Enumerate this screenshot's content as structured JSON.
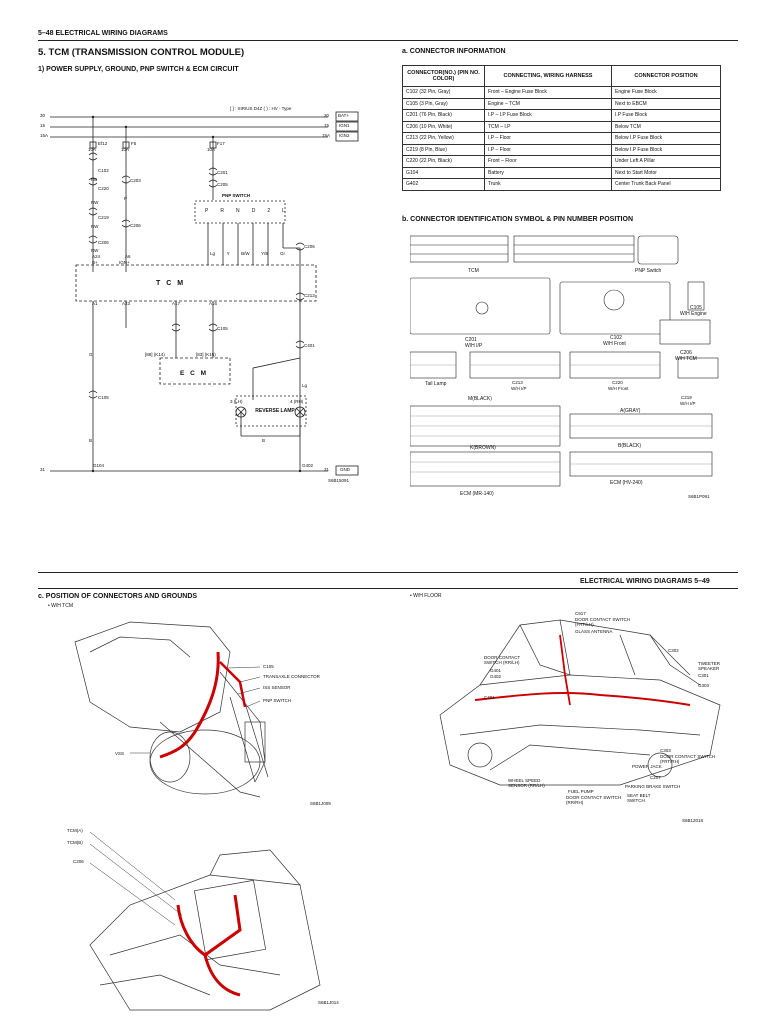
{
  "page_header": {
    "top_left": "5–48   ELECTRICAL WIRING DIAGRAMS",
    "mid_right": "ELECTRICAL WIRING DIAGRAMS   5–49"
  },
  "section": {
    "title": "5. TCM (TRANSMISSION CONTROL MODULE)",
    "subtitle": "1) POWER SUPPLY, GROUND, PNP SWITCH & ECM CIRCUIT"
  },
  "schematic": {
    "legend": "[ ] : SIRIUS D4Z ( ) : HV - Type",
    "rails": [
      {
        "num": "30",
        "right_num": "30",
        "tag": "BAT+"
      },
      {
        "num": "15",
        "right_num": "15",
        "tag": "IGN1"
      },
      {
        "num": "15A",
        "right_num": "15A",
        "tag": "IGN2"
      },
      {
        "num": "31",
        "right_num": "31",
        "tag": "GND"
      }
    ],
    "fuses": [
      {
        "name": "Ef12",
        "rating": "10A"
      },
      {
        "name": "F5",
        "rating": "10A"
      },
      {
        "name": "F17",
        "rating": "10A"
      }
    ],
    "connectors_left": [
      "C102",
      "C220",
      "C219",
      "C206"
    ],
    "wire_colors_left": [
      "RB",
      "RW",
      "RW",
      "RW",
      "P"
    ],
    "c203": "C203",
    "c206": "C206",
    "c201": "C201",
    "c205": "C205",
    "pnp_switch": "PNP SWITCH",
    "pnp_positions": [
      "P",
      "R",
      "N",
      "D",
      "2",
      "L"
    ],
    "pnp_wires": [
      "Lg",
      "Y",
      "B/W",
      "Y/B",
      "Gr"
    ],
    "tcm_label": "T C M",
    "tcm_pins": [
      "B+",
      "IGN+",
      "A24",
      "A6",
      "A1",
      "A23",
      "A17",
      "A16"
    ],
    "ecm_label": "E C M",
    "ecm_pins": [
      "[88] (K14)",
      "[83] (K15)"
    ],
    "c105": "C105",
    "c213": "C213",
    "c401": "C401",
    "reverse_lamp": "REVERSE LAMP",
    "lamp_pins": [
      "3 (LH)",
      "4 (RH)"
    ],
    "grounds": [
      "G104",
      "G402"
    ],
    "wire_g": "G",
    "wire_b": "B",
    "wire_lg": "Lg",
    "code": "S6B15091"
  },
  "connector_info": {
    "title": "a. CONNECTOR INFORMATION",
    "headers": [
      "CONNECTOR(NO.) (PIN NO. COLOR)",
      "CONNECTING, WIRING HARNESS",
      "CONNECTOR POSITION"
    ],
    "rows": [
      [
        "C102 (32 Pin, Gray)",
        "Front – Engine Fuse Block",
        "Engine Fuse Block"
      ],
      [
        "C105 (3 Pin, Gray)",
        "Engine – TCM",
        "Next to EBCM"
      ],
      [
        "C201 (76 Pin, Black)",
        "I.P – I.P Fuse Block",
        "I.P Fuse Block"
      ],
      [
        "C206 (10 Pin, White)",
        "TCM – I.P",
        "Below TCM"
      ],
      [
        "C213 (22 Pin, Yellow)",
        "I.P – Floor",
        "Below I.P Fuse Block"
      ],
      [
        "C219 (8 Pin, Blue)",
        "I.P – Floor",
        "Below I.P Fuse Block"
      ],
      [
        "C220 (22 Pin, Black)",
        "Front – Floor",
        "Under Left A Pillar"
      ],
      [
        "G104",
        "Battery",
        "Next to Start Motor"
      ],
      [
        "G402",
        "Trunk",
        "Center Trunk Back Panel"
      ]
    ]
  },
  "connector_id": {
    "title": "b. CONNECTOR IDENTIFICATION SYMBOL & PIN NUMBER POSITION",
    "labels": {
      "tcm": "TCM",
      "pnp": "PNP Switch",
      "c105": "C105",
      "c105_sub": "W/H Engine",
      "c201": "C201",
      "c201_sub": "W/H I/P",
      "c102": "C102",
      "c102_sub": "W/H Front",
      "c206": "C206",
      "c206_sub": "W/H TCM",
      "tail_lamp": "Tail Lamp",
      "c213": "C213",
      "c213_sub": "W/H I/P",
      "c220": "C220",
      "c220_sub": "W/H Front",
      "c219": "C219",
      "c219_sub": "W/H I/P",
      "m_black": "M(BLACK)",
      "a_gray": "A(GRAY)",
      "k_brown": "K(BROWN)",
      "b_black": "B(BLACK)",
      "ecm_mr": "ECM (MR-140)",
      "ecm_hv": "ECM (HV-240)",
      "code": "S6B1P091"
    }
  },
  "positions": {
    "title": "c. POSITION OF CONNECTORS AND GROUNDS",
    "wh_tcm": "W/H TCM",
    "wh_floor": "W/H FLOOR",
    "tcm_callouts": [
      "C105",
      "TRANSAXLE CONNECTOR",
      "ISS SENSOR",
      "PNP SWITCH",
      "VSS"
    ],
    "tcm_code": "S6B1J009",
    "floor_callouts_left": [
      "DOOR CONTACT SWITCH (RR/LH)",
      "G401",
      "G402",
      "C401"
    ],
    "floor_callouts_top": [
      "C917",
      "DOOR CONTACT SWITCH (FRT/LH)",
      "GLASS ANTENNA"
    ],
    "floor_callouts_right": [
      "C302",
      "TWEETER SPEAKER",
      "C301",
      "G303",
      "C303",
      "DOOR CONTACT SWITCH (FRT/RH)",
      "POWER JACK",
      "C207"
    ],
    "floor_callouts_bottom": [
      "WHEEL SPEED SENSOR (RR/LH)",
      "FUEL PUMP",
      "DOOR CONTACT SWITCH (RR/RH)",
      "PARKING BRAKE SWITCH",
      "SEAT BELT SWITCH"
    ],
    "floor_code": "S6B12018",
    "lower_callouts": [
      "TCM(A)",
      "TCM(B)",
      "C206"
    ],
    "lower_code": "S6B1J014"
  }
}
